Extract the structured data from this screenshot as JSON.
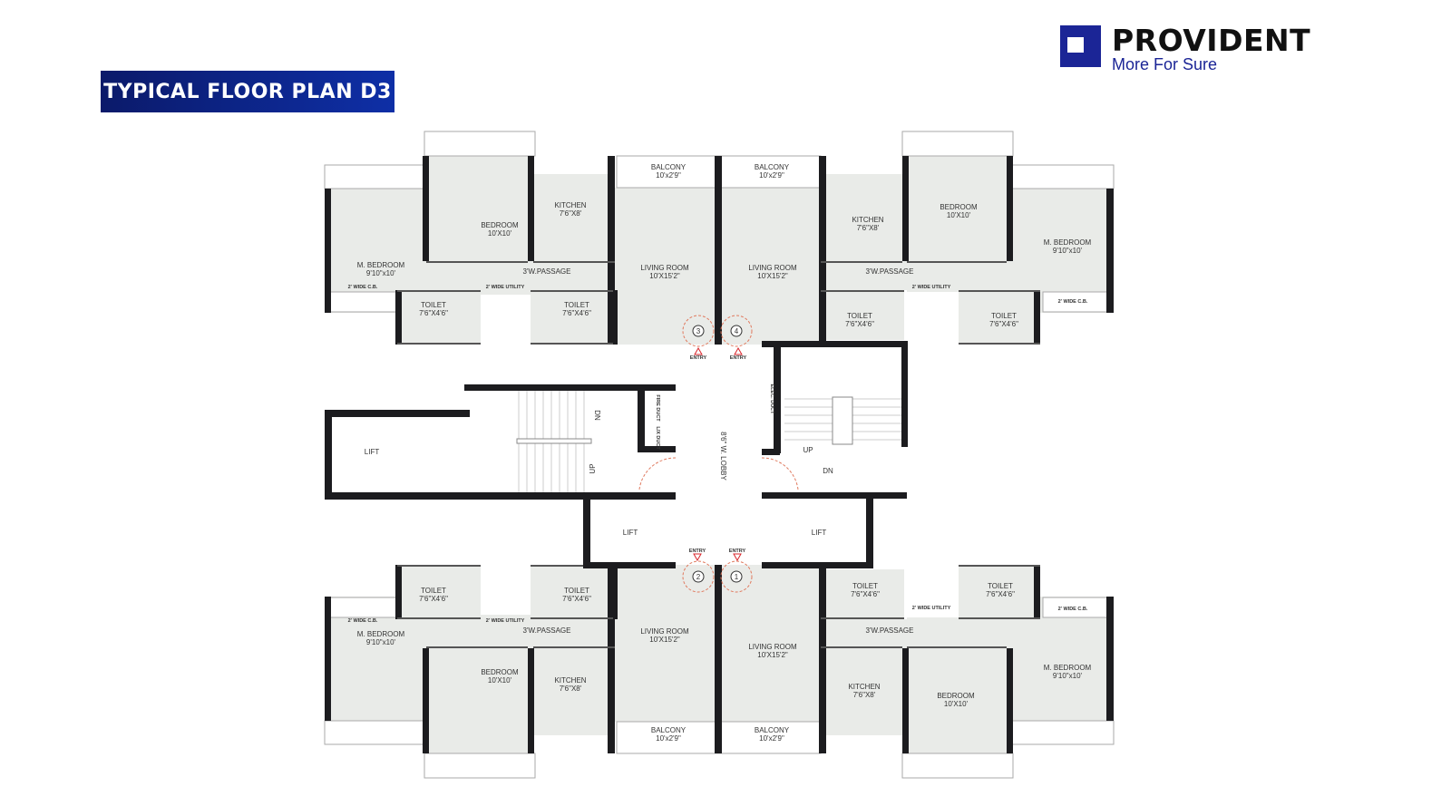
{
  "header": {
    "title": "TYPICAL FLOOR PLAN D3"
  },
  "brand": {
    "name": "PROVIDENT",
    "tagline": "More For Sure",
    "color": "#1b2596"
  },
  "units": [
    {
      "number": "3",
      "rooms": [
        {
          "name": "M. BEDROOM",
          "size": "9'10\"x10'"
        },
        {
          "name": "BEDROOM",
          "size": "10'X10'"
        },
        {
          "name": "KITCHEN",
          "size": "7'6\"X8'"
        },
        {
          "name": "LIVING ROOM",
          "size": "10'X15'2\""
        },
        {
          "name": "BALCONY",
          "size": "10'x2'9\""
        },
        {
          "name": "TOILET",
          "size": "7'6\"X4'6\""
        },
        {
          "name": "TOILET",
          "size": "7'6\"X4'6\""
        },
        {
          "name": "3'W.PASSAGE",
          "size": ""
        },
        {
          "name": "2' WIDE C.B.",
          "size": ""
        },
        {
          "name": "2' WIDE UTILITY",
          "size": ""
        }
      ]
    },
    {
      "number": "4",
      "rooms": [
        {
          "name": "M. BEDROOM",
          "size": "9'10\"x10'"
        },
        {
          "name": "BEDROOM",
          "size": "10'X10'"
        },
        {
          "name": "KITCHEN",
          "size": "7'6\"X8'"
        },
        {
          "name": "LIVING ROOM",
          "size": "10'X15'2\""
        },
        {
          "name": "BALCONY",
          "size": "10'x2'9\""
        },
        {
          "name": "TOILET",
          "size": "7'6\"X4'6\""
        },
        {
          "name": "TOILET",
          "size": "7'6\"X4'6\""
        },
        {
          "name": "3'W.PASSAGE",
          "size": ""
        },
        {
          "name": "2' WIDE C.B.",
          "size": ""
        },
        {
          "name": "2' WIDE UTILITY",
          "size": ""
        }
      ]
    },
    {
      "number": "2",
      "rooms": [
        {
          "name": "M. BEDROOM",
          "size": "9'10\"x10'"
        },
        {
          "name": "BEDROOM",
          "size": "10'X10'"
        },
        {
          "name": "KITCHEN",
          "size": "7'6\"X8'"
        },
        {
          "name": "LIVING ROOM",
          "size": "10'X15'2\""
        },
        {
          "name": "BALCONY",
          "size": "10'x2'9\""
        },
        {
          "name": "TOILET",
          "size": "7'6\"X4'6\""
        },
        {
          "name": "TOILET",
          "size": "7'6\"X4'6\""
        },
        {
          "name": "3'W.PASSAGE",
          "size": ""
        },
        {
          "name": "2' WIDE C.B.",
          "size": ""
        },
        {
          "name": "2' WIDE UTILITY",
          "size": ""
        }
      ]
    },
    {
      "number": "1",
      "rooms": [
        {
          "name": "M. BEDROOM",
          "size": "9'10\"x10'"
        },
        {
          "name": "BEDROOM",
          "size": "10'X10'"
        },
        {
          "name": "KITCHEN",
          "size": "7'6\"X8'"
        },
        {
          "name": "LIVING ROOM",
          "size": "10'X15'2\""
        },
        {
          "name": "BALCONY",
          "size": "10'x2'9\""
        },
        {
          "name": "TOILET",
          "size": "7'6\"X4'6\""
        },
        {
          "name": "TOILET",
          "size": "7'6\"X4'6\""
        },
        {
          "name": "3'W.PASSAGE",
          "size": ""
        },
        {
          "name": "2' WIDE C.B.",
          "size": ""
        },
        {
          "name": "2' WIDE UTILITY",
          "size": ""
        }
      ]
    }
  ],
  "core": {
    "lobby": "8'6\" W. LOBBY",
    "lifts": [
      "LIFT",
      "LIFT",
      "LIFT"
    ],
    "stair_left": {
      "dn": "DN",
      "up": "UP"
    },
    "stair_right": {
      "up": "UP",
      "dn": "DN"
    },
    "fire_duct": "FIRE DUCT",
    "lx_duct": "L/X DUCT",
    "elec_duct": "ELEC. DUCT",
    "entry": "ENTRY"
  },
  "colors": {
    "wall": "#1c1c1f",
    "floor": "#e9ebe8",
    "door": "#e07a5f",
    "entry_marker": "#d9252b"
  }
}
